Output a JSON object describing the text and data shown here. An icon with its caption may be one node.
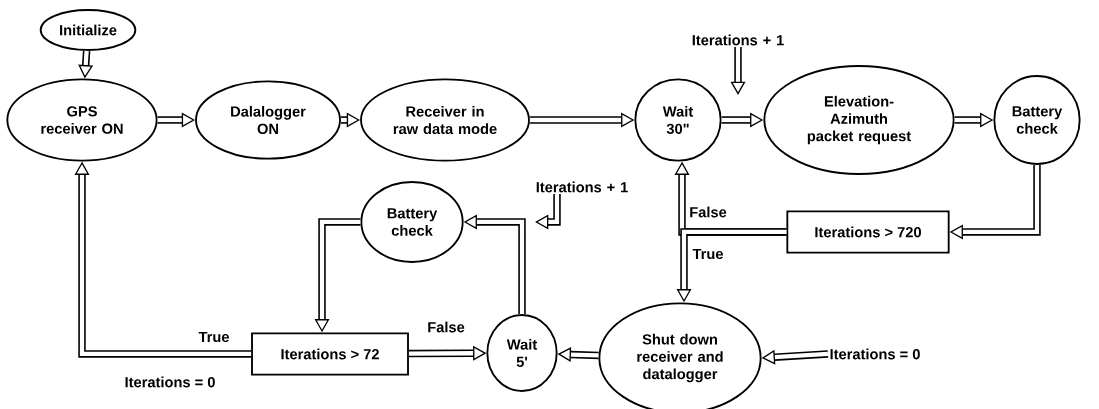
{
  "diagram": {
    "nodes": [
      {
        "text": [
          "Initialize"
        ]
      },
      {
        "text": [
          "GPS receiver ON"
        ]
      },
      {
        "text": [
          "Dalalogger ON"
        ]
      },
      {
        "text": [
          "Receiver in raw data mode"
        ]
      },
      {
        "text": [
          "Wait 30\""
        ]
      },
      {
        "text": [
          "Elevation-Azimuth packet request"
        ]
      },
      {
        "text": [
          "Battery check"
        ]
      },
      {
        "text": [
          "Iterations > 720"
        ]
      },
      {
        "text": [
          "Shut down receiver and datalogger"
        ]
      },
      {
        "text": [
          "Wait 5'"
        ]
      },
      {
        "text": [
          "Iterations > 72"
        ]
      },
      {
        "text": [
          "Battery check"
        ]
      },
      {
        "text": [
          "Iterations + 1"
        ]
      },
      {
        "text": [
          "Iterations + 1"
        ]
      },
      {
        "text": [
          "Iterations = 0"
        ]
      }
    ],
    "edges": [
      {
        "from": 0,
        "to": 1,
        "arrow": "to"
      },
      {
        "from": 1,
        "to": 2,
        "arrow": "to"
      },
      {
        "from": 2,
        "to": 3,
        "arrow": "to"
      },
      {
        "from": 3,
        "to": 4,
        "arrow": "to"
      },
      {
        "from": 4,
        "to": 5,
        "arrow": "to"
      },
      {
        "from": 5,
        "to": 6,
        "arrow": "to"
      },
      {
        "from": 6,
        "to": 7,
        "arrow": "to"
      },
      {
        "from": 7,
        "to": 4,
        "arrow": "to",
        "label": "False"
      },
      {
        "from": 7,
        "to": 8,
        "arrow": "to",
        "label": "True"
      },
      {
        "from": 8,
        "to": 9,
        "arrow": "to"
      },
      {
        "from": 9,
        "to": 11,
        "arrow": "to"
      },
      {
        "from": 11,
        "to": 10,
        "arrow": "to"
      },
      {
        "from": 10,
        "to": 9,
        "arrow": "to",
        "label": "False"
      },
      {
        "from": 10,
        "to": 1,
        "arrow": "to",
        "label": "True"
      },
      {
        "from": 12,
        "to": null,
        "arrow": "to"
      },
      {
        "from": 13,
        "to": null,
        "arrow": "to"
      },
      {
        "from": 14,
        "to": 8,
        "arrow": "to"
      }
    ],
    "labels": [
      "Iterations = 0"
    ]
  }
}
